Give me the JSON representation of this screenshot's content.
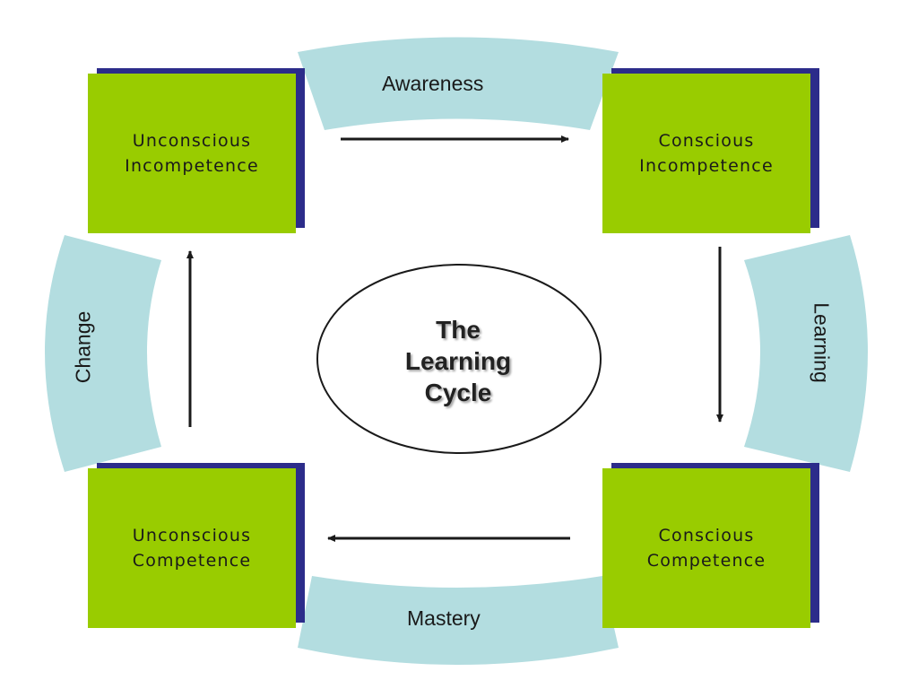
{
  "stages": {
    "unconscious_incompetence": {
      "line1": "Unconscious",
      "line2": "Incompetence"
    },
    "conscious_incompetence": {
      "line1": "Conscious",
      "line2": "Incompetence"
    },
    "conscious_competence": {
      "line1": "Conscious",
      "line2": "Competence"
    },
    "unconscious_competence": {
      "line1": "Unconscious",
      "line2": "Competence"
    }
  },
  "transitions": {
    "top": "Awareness",
    "right": "Learning",
    "bottom": "Mastery",
    "left": "Change"
  },
  "center": {
    "line1": "The",
    "line2": "Learning",
    "line3": "Cycle"
  },
  "colors": {
    "box_fill": "#99cc00",
    "box_shadow": "#2c2c8a",
    "band_fill": "#b3dde0",
    "arrow": "#1a1a1a"
  }
}
